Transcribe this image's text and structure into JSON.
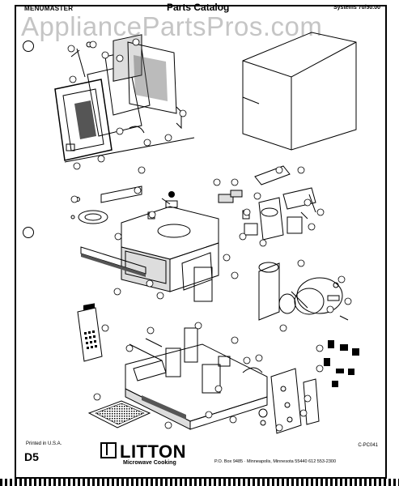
{
  "header": {
    "left": "MENUMASTER",
    "center": "Parts Catalog",
    "right": "Systems 70/50.00"
  },
  "watermark": "AppliancePartsPros.com",
  "footer": {
    "printed": "Printed in U.S.A.",
    "page": "D5",
    "brand": "LITTON",
    "brand_sub": "Microwave Cooking",
    "address": "P.O. Box 9485 · Minneapolis, Minnesota 55440   612  553-2300",
    "code": "C-PC041"
  }
}
